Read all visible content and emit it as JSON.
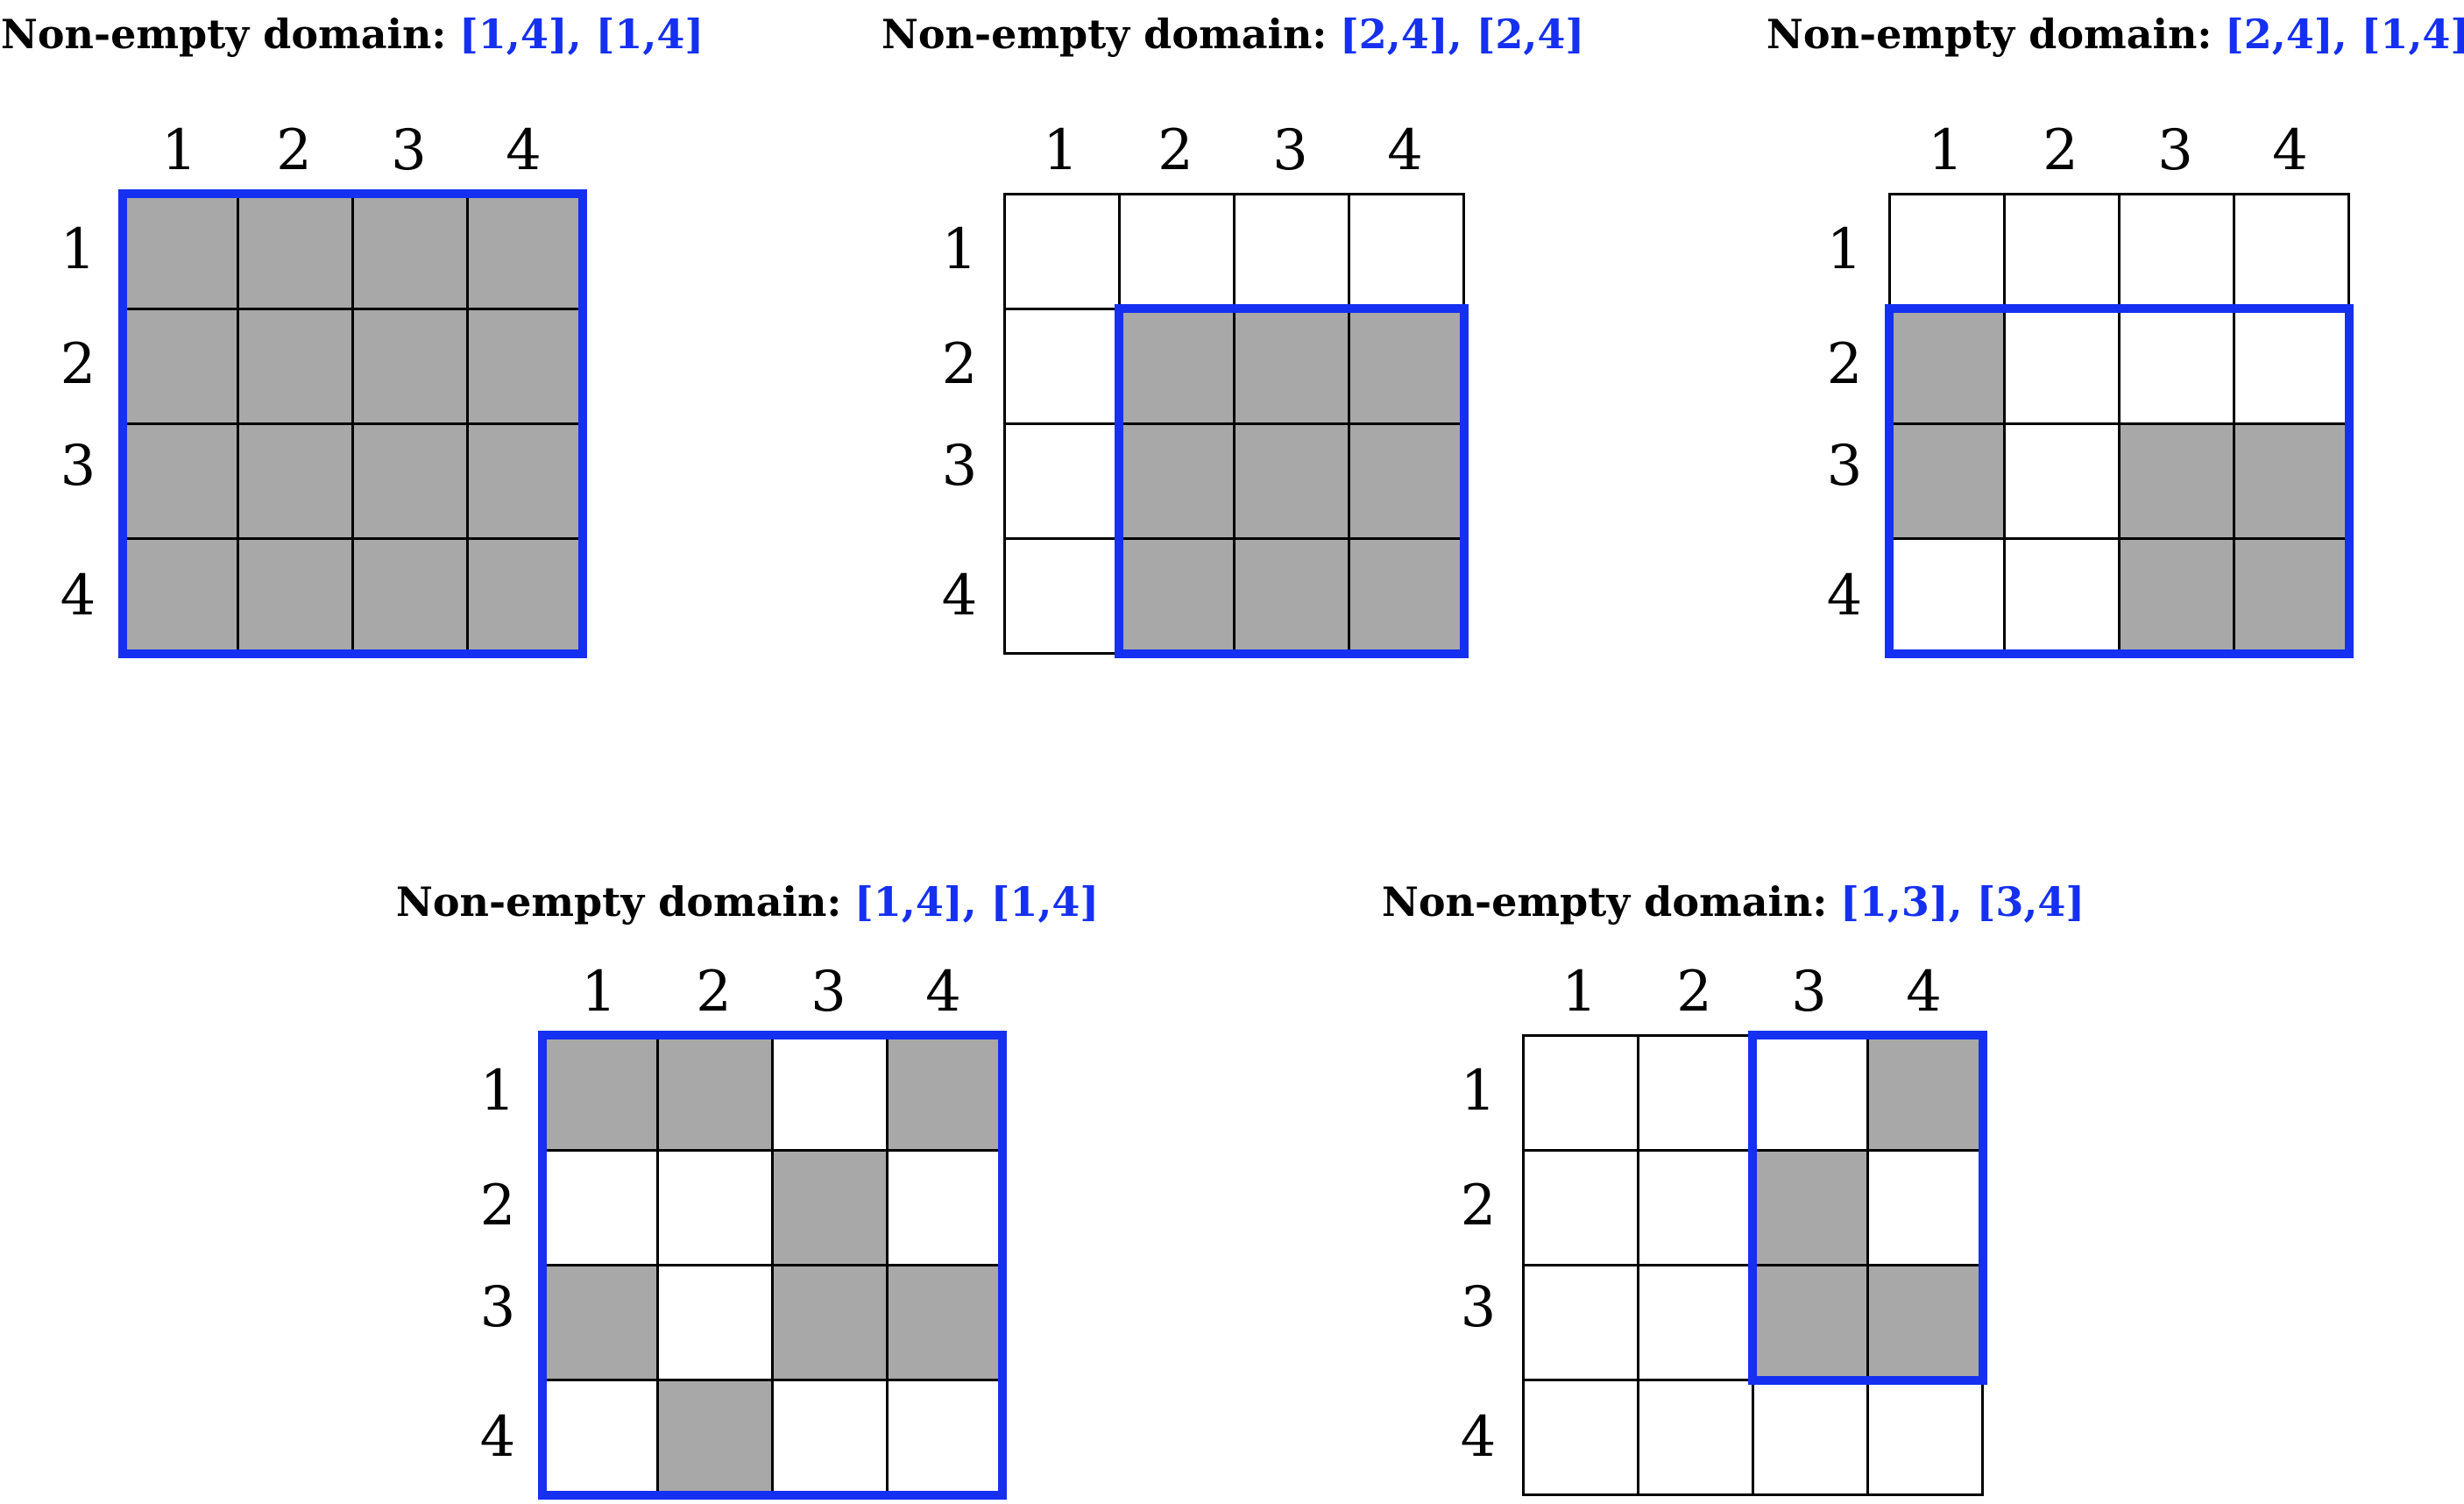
{
  "colors": {
    "filled": "#a8a8a8",
    "empty": "#ffffff",
    "grid_line": "#000000",
    "domain_box": "#1530f0",
    "range_text": "#1530f0"
  },
  "column_labels": [
    "1",
    "2",
    "3",
    "4"
  ],
  "row_labels": [
    "1",
    "2",
    "3",
    "4"
  ],
  "panels": [
    {
      "title_label": "Non-empty domain:",
      "title_range": "[1,4], [1,4]",
      "cells": [
        [
          1,
          1,
          1,
          1
        ],
        [
          1,
          1,
          1,
          1
        ],
        [
          1,
          1,
          1,
          1
        ],
        [
          1,
          1,
          1,
          1
        ]
      ],
      "domain_rows": [
        1,
        4
      ],
      "domain_cols": [
        1,
        4
      ]
    },
    {
      "title_label": "Non-empty domain:",
      "title_range": "[2,4], [2,4]",
      "cells": [
        [
          0,
          0,
          0,
          0
        ],
        [
          0,
          1,
          1,
          1
        ],
        [
          0,
          1,
          1,
          1
        ],
        [
          0,
          1,
          1,
          1
        ]
      ],
      "domain_rows": [
        2,
        4
      ],
      "domain_cols": [
        2,
        4
      ]
    },
    {
      "title_label": "Non-empty domain:",
      "title_range": "[2,4], [1,4]",
      "cells": [
        [
          0,
          0,
          0,
          0
        ],
        [
          1,
          0,
          0,
          0
        ],
        [
          1,
          0,
          1,
          1
        ],
        [
          0,
          0,
          1,
          1
        ]
      ],
      "domain_rows": [
        2,
        4
      ],
      "domain_cols": [
        1,
        4
      ]
    },
    {
      "title_label": "Non-empty domain:",
      "title_range": "[1,4], [1,4]",
      "cells": [
        [
          1,
          1,
          0,
          1
        ],
        [
          0,
          0,
          1,
          0
        ],
        [
          1,
          0,
          1,
          1
        ],
        [
          0,
          1,
          0,
          0
        ]
      ],
      "domain_rows": [
        1,
        4
      ],
      "domain_cols": [
        1,
        4
      ]
    },
    {
      "title_label": "Non-empty domain:",
      "title_range": "[1,3], [3,4]",
      "cells": [
        [
          0,
          0,
          0,
          1
        ],
        [
          0,
          0,
          1,
          0
        ],
        [
          0,
          0,
          1,
          1
        ],
        [
          0,
          0,
          0,
          0
        ]
      ],
      "domain_rows": [
        1,
        3
      ],
      "domain_cols": [
        3,
        4
      ]
    }
  ]
}
